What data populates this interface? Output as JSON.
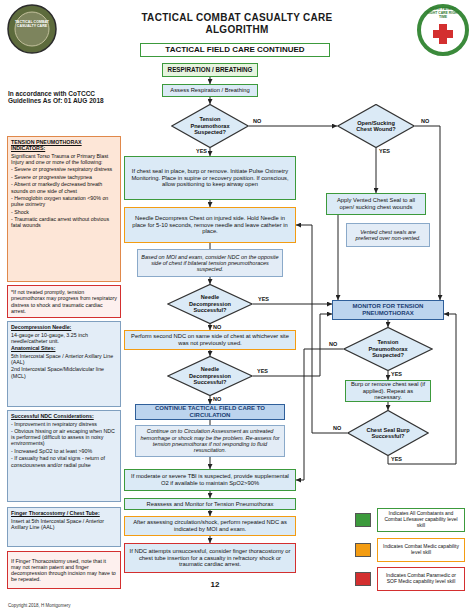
{
  "diagram": {
    "title": "TACTICAL COMBAT CASUALTY CARE ALGORITHM",
    "nodes": [
      {
        "text": [
          "TACTICAL FIELD CARE CONTINUED"
        ]
      },
      {
        "text": [
          "RESPIRATION / BREATHING"
        ]
      },
      {
        "text": [
          "Assess Respiration / Breathing"
        ]
      },
      {
        "text": [
          "Tension Pneumothorax Suspected?"
        ]
      },
      {
        "text": [
          "Open/Sucking Chest Wound?"
        ]
      },
      {
        "text": [
          "If chest seal in place, burp or remove. Initiate Pulse Oximetry Monitoring. Place in supine or recovery position. If conscious, allow positioning to keep airway open"
        ]
      },
      {
        "text": [
          "Apply Vented Chest Seal to all open/ sucking chest wounds"
        ]
      },
      {
        "text": [
          "Vented chest seals are preferred over non-vented."
        ]
      },
      {
        "text": [
          "Needle Decompress Chest on injured side. Hold Needle in place for 5-10 seconds, remove needle and leave catheter in place."
        ]
      },
      {
        "text": [
          "Based on MOI and exam, consider NDC on the opposite side of chest if bilateral tension pneumothoraces suspected."
        ]
      },
      {
        "text": [
          "Needle Decompression Successful?"
        ]
      },
      {
        "text": [
          "Perform second NDC on same side of chest at whichever site was not previously used."
        ]
      },
      {
        "text": [
          "Needle Decompression Successful?"
        ]
      },
      {
        "text": [
          "CONTINUE TACTICAL FIELD CARE TO CIRCULATION"
        ]
      },
      {
        "text": [
          "Continue on to Circulation Assessment as untreated hemorrhage or shock may be the problem. Re-assess for tension pneumothorax if not responding to fluid resuscitation."
        ]
      },
      {
        "text": [
          "If moderate or severe TBI is suspected, provide supplemental O2 if available to maintain SpO2>90%"
        ]
      },
      {
        "text": [
          "Reassess and Monitor for Tension Pneumothorax"
        ]
      },
      {
        "text": [
          "After assessing circulation/shock, perform repeated NDC as indicated by MOI and exam."
        ]
      },
      {
        "text": [
          "If NDC attempts unsuccessful, consider finger thoracostomy or chest tube insertion for a casualty in refractory shock or traumatic cardiac arrest."
        ]
      },
      {
        "text": [
          "MONITOR FOR TENSION PNEUMOTHORAX"
        ]
      },
      {
        "text": [
          "Tension Pneumothorax Suspected?"
        ]
      },
      {
        "text": [
          "Burp or remove chest seal (if applied). Repeat as necessary."
        ]
      },
      {
        "text": [
          "Chest Seal Burp Successful?"
        ]
      },
      {
        "text": [
          "TENSION PNEUMOTHORAX INDICATORS:",
          "Significant Torso Trauma or Primary Blast Injury and one or more of the following:",
          "- Severe or progressive respiratory distress",
          "- Severe or progressive tachypnea",
          "- Absent or markedly decreased breath sounds on one side of chest",
          "- Hemoglobin oxygen saturation <90% on pulse oximetry",
          "- Shock",
          "- Traumatic cardiac arrest without obvious fatal wounds"
        ]
      },
      {
        "text": [
          "*If not treated promptly, tension pneumothorax may progress from respiratory distress to shock and traumatic cardiac arrest."
        ]
      },
      {
        "text": [
          "Decompression Needle:",
          "14-gauge or 10-gauge, 3.25 inch needle/catheter unit.",
          "Anatomical Sites:",
          "5th Intercostal Space / Anterior Axillary Line (AAL)",
          "2nd Intercostal Space/Midclavicular line (MCL)"
        ]
      },
      {
        "text": [
          "Successful NDC Considerations:",
          "- Improvement in respiratory distress",
          "- Obvious hissing or air escaping when NDC is performed (difficult to assess in noisy environments)",
          "- Increased SpO2 to at least >90%",
          "- If casualty had no vital signs - return of consciousness and/or radial pulse"
        ]
      },
      {
        "text": [
          "Finger Thoracostomy / Chest Tube:",
          "Insert at 5th Intercostal Space / Anterior Axillary Line (AAL)"
        ]
      },
      {
        "text": [
          "If Finger Thoracostomy used, note that it may not remain patent and finger decompression through incision may have to be repeated."
        ]
      }
    ],
    "edges": [
      {
        "from": 1,
        "to": 2,
        "arrow": "to"
      },
      {
        "from": 2,
        "to": 3,
        "arrow": "to"
      },
      {
        "from": 3,
        "to": 5,
        "label": "YES",
        "arrow": "to"
      },
      {
        "from": 3,
        "to": 4,
        "label": "NO",
        "arrow": "to"
      },
      {
        "from": 4,
        "to": 6,
        "label": "YES",
        "arrow": "to"
      },
      {
        "from": 4,
        "to": 19,
        "label": "NO",
        "arrow": "to"
      },
      {
        "from": 6,
        "to": 19,
        "arrow": "to"
      },
      {
        "from": 5,
        "to": 8,
        "arrow": "to"
      },
      {
        "from": 8,
        "to": 10,
        "arrow": "to"
      },
      {
        "from": 10,
        "to": 19,
        "label": "YES",
        "arrow": "to"
      },
      {
        "from": 10,
        "to": 11,
        "label": "NO",
        "arrow": "to"
      },
      {
        "from": 11,
        "to": 12,
        "arrow": "to"
      },
      {
        "from": 12,
        "to": 19,
        "label": "YES",
        "arrow": "to"
      },
      {
        "from": 12,
        "to": 13,
        "label": "NO",
        "arrow": "to"
      },
      {
        "from": 13,
        "to": 15,
        "arrow": "to"
      },
      {
        "from": 15,
        "to": 16,
        "arrow": "to"
      },
      {
        "from": 16,
        "to": 17,
        "arrow": "to"
      },
      {
        "from": 17,
        "to": 18,
        "arrow": "to"
      },
      {
        "from": 19,
        "to": 20,
        "arrow": "to"
      },
      {
        "from": 20,
        "to": 21,
        "label": "YES",
        "arrow": "to"
      },
      {
        "from": 20,
        "to": 15,
        "label": "NO",
        "arrow": "to"
      },
      {
        "from": 21,
        "to": 22,
        "arrow": "to"
      },
      {
        "from": 22,
        "to": 19,
        "label": "YES",
        "arrow": "to"
      },
      {
        "from": 22,
        "to": 8,
        "label": "NO",
        "arrow": "to"
      }
    ],
    "labels": [
      "In accordance with CoTCCC Guidelines As Of: 01 AUG 2018",
      "TACTICAL COMBAT CASUALTY CARE",
      "RIGHT PATIENT RIGHT CARE RIGHT TIME",
      "12",
      "Copyright 2018, H Montgomery"
    ],
    "legend": [
      {
        "text": "Indicates All Combatants and Combat Lifesaver capability level skill",
        "color": "#3c9a3c"
      },
      {
        "text": "Indicates Combat Medic capability level skill",
        "color": "#f39c12"
      },
      {
        "text": "Indicates Combat Paramedic or SOF Medic capability level skill",
        "color": "#d32f2f"
      }
    ]
  }
}
